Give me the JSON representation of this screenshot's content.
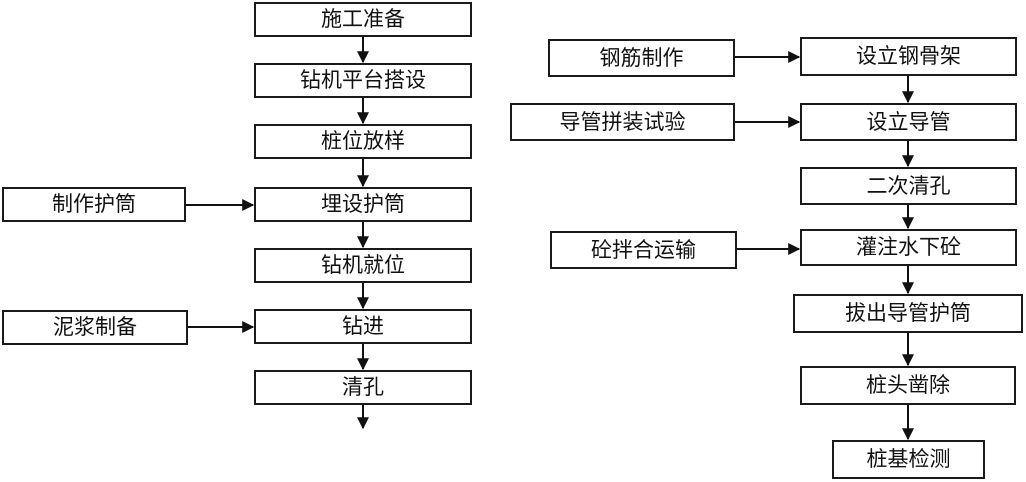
{
  "flowchart": {
    "left_column": [
      "施工准备",
      "钻机平台搭设",
      "桩位放样",
      "埋设护筒",
      "钻机就位",
      "钻进",
      "清孔"
    ],
    "left_inputs": [
      "制作护筒",
      "泥浆制备"
    ],
    "right_column": [
      "设立钢骨架",
      "设立导管",
      "二次清孔",
      "灌注水下砼",
      "拔出导管护筒",
      "桩头凿除",
      "桩基检测"
    ],
    "right_inputs": [
      "钢筋制作",
      "导管拼装试验",
      "砼拌合运输"
    ]
  }
}
